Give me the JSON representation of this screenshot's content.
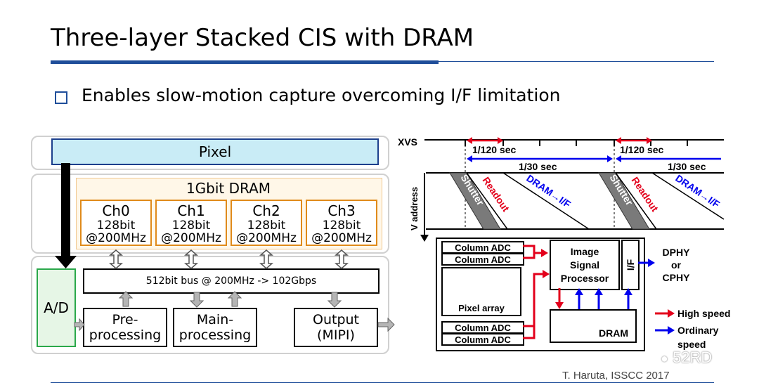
{
  "title": "Three-layer Stacked CIS with DRAM",
  "bullet": "Enables slow-motion capture overcoming I/F limitation",
  "left_diagram": {
    "pixel": "Pixel",
    "dram_title": "1Gbit DRAM",
    "channels": [
      {
        "name": "Ch0",
        "width": "128bit",
        "freq": "@200MHz"
      },
      {
        "name": "Ch1",
        "width": "128bit",
        "freq": "@200MHz"
      },
      {
        "name": "Ch2",
        "width": "128bit",
        "freq": "@200MHz"
      },
      {
        "name": "Ch3",
        "width": "128bit",
        "freq": "@200MHz"
      }
    ],
    "bus": "512bit bus @ 200MHz -> 102Gbps",
    "ad": "A/D",
    "preprocessing_1": "Pre-",
    "preprocessing_2": "processing",
    "mainprocessing_1": "Main-",
    "mainprocessing_2": "processing",
    "output_1": "Output",
    "output_2": "(MIPI)"
  },
  "timing": {
    "xvs": "XVS",
    "t1": "1/120 sec",
    "t2": "1/120 sec",
    "t3": "1/30 sec",
    "t4": "1/30 sec",
    "v_address": "V address",
    "shutter": "Shutter",
    "readout": "Readout",
    "dram_if": "DRAM→I/F"
  },
  "block_diagram": {
    "column_adc": "Column ADC",
    "pixel_array": "Pixel array",
    "isp_1": "Image",
    "isp_2": "Signal",
    "isp_3": "Processor",
    "if": "I/F",
    "dram": "DRAM",
    "dphy": "DPHY",
    "or": "or",
    "cphy": "CPHY"
  },
  "legend": {
    "high_speed": "High speed",
    "ordinary_1": "Ordinary",
    "ordinary_2": "speed",
    "high_color": "#e3001b",
    "ordinary_color": "#0000ee"
  },
  "credit": "T. Haruta, ISSCC 2017",
  "watermark": "52RD"
}
